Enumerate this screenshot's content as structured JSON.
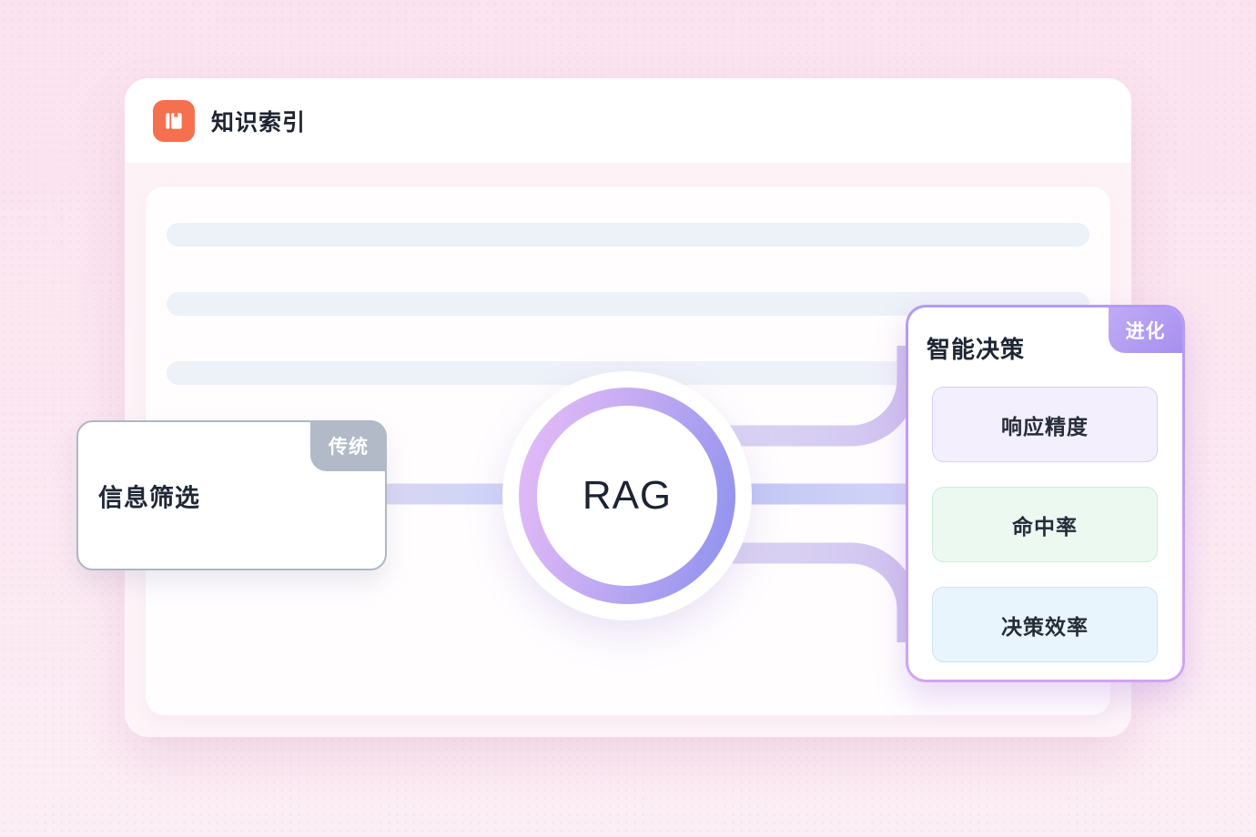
{
  "app": {
    "title": "知识索引",
    "icon": "book-icon",
    "icon_bg_color": "#F4704F"
  },
  "skeleton": {
    "bar_count": 3,
    "bar_color": "#EDF1F8"
  },
  "hub": {
    "label": "RAG",
    "ring_gradient_start": "#E8BDF7",
    "ring_gradient_end": "#8B90EE"
  },
  "left_card": {
    "title": "信息筛选",
    "badge": "传统",
    "badge_color": "#B1BAC6",
    "border_color": "#AEB7C3"
  },
  "right_card": {
    "title": "智能决策",
    "badge": "进化",
    "badge_gradient_start": "#C0ABF5",
    "badge_gradient_end": "#A78FF0",
    "border_gradient_start": "#B39BF3",
    "border_gradient_end": "#D2A4F0",
    "metrics": [
      {
        "label": "响应精度",
        "bg": "#F3EFFC",
        "border": "#DACFF5"
      },
      {
        "label": "命中率",
        "bg": "#ECF9F1",
        "border": "#CDEBD9"
      },
      {
        "label": "决策效率",
        "bg": "#E9F5FC",
        "border": "#CDE4F1"
      }
    ]
  },
  "connectors": {
    "color": "#D2D6F6"
  }
}
